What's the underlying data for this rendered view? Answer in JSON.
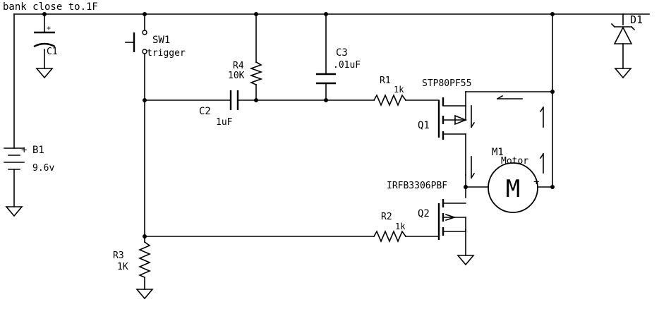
{
  "diagram": {
    "note": "bank close to.1F",
    "components": {
      "c1": {
        "ref": "C1",
        "polarity": "+"
      },
      "b1": {
        "ref": "B1",
        "value": "9.6v",
        "polarity": "+"
      },
      "sw1": {
        "ref": "SW1",
        "value": "trigger"
      },
      "r4": {
        "ref": "R4",
        "value": "10K"
      },
      "c3": {
        "ref": "C3",
        "value": ".01uF"
      },
      "c2": {
        "ref": "C2",
        "value": "1uF"
      },
      "r1": {
        "ref": "R1",
        "value": "1k"
      },
      "q1": {
        "ref": "Q1",
        "part": "STP80PF55"
      },
      "q2": {
        "ref": "Q2",
        "part": "IRFB3306PBF"
      },
      "r2": {
        "ref": "R2",
        "value": "1k"
      },
      "r3": {
        "ref": "R3",
        "value": "1K"
      },
      "m1": {
        "ref": "M1",
        "value": "Motor",
        "symbol": "M",
        "polarity": "+"
      },
      "d1": {
        "ref": "D1"
      }
    }
  }
}
